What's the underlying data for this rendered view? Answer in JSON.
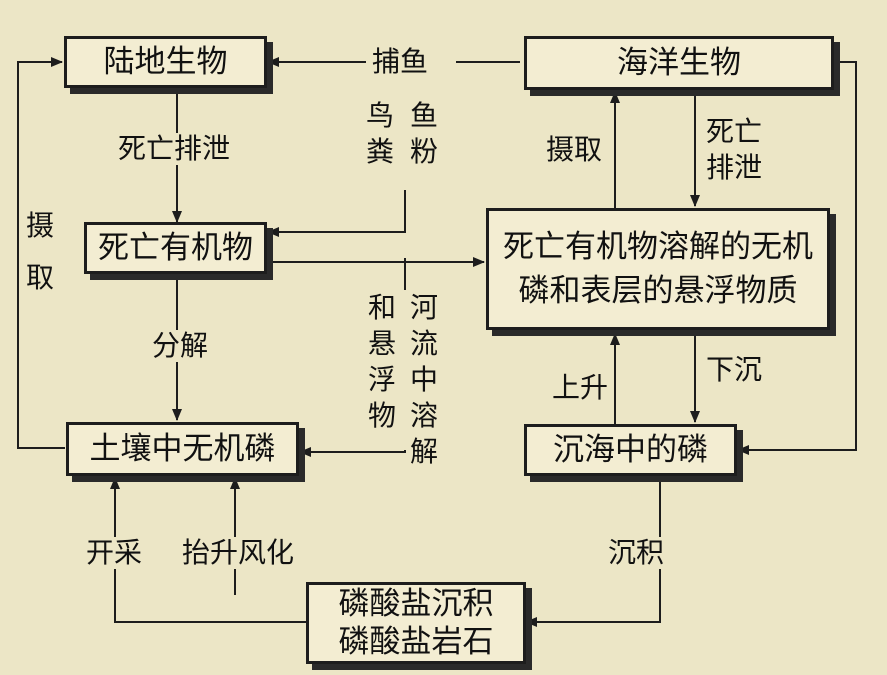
{
  "colors": {
    "background": "#ece6c6",
    "box_fill": "#f3edd2",
    "ink": "#1d1d1d"
  },
  "boxes": {
    "land": "陆地生物",
    "ocean": "海洋生物",
    "dead_organic": "死亡有机物",
    "dissolved": [
      "死亡有机物溶解的无机",
      "磷和表层的悬浮物质"
    ],
    "soil_p": "土壤中无机磷",
    "sea_p": "沉海中的磷",
    "phosphate": [
      "磷酸盐沉积",
      "磷酸盐岩石"
    ]
  },
  "labels": {
    "fishing": "捕鱼",
    "guano": "鸟粪",
    "fishmeal": "鱼粉",
    "death_excretion_land": "死亡排泄",
    "uptake_ocean": "摄取",
    "death_excretion_ocean": [
      "死亡",
      "排泄"
    ],
    "uptake_land": "摄取",
    "decompose": "分解",
    "river_dissolved": "河流中溶解",
    "and_suspended": "和悬浮物",
    "upwelling": "上升",
    "sinking": "下沉",
    "mining": "开采",
    "uplift_weathering": "抬升风化",
    "deposition": "沉积"
  }
}
